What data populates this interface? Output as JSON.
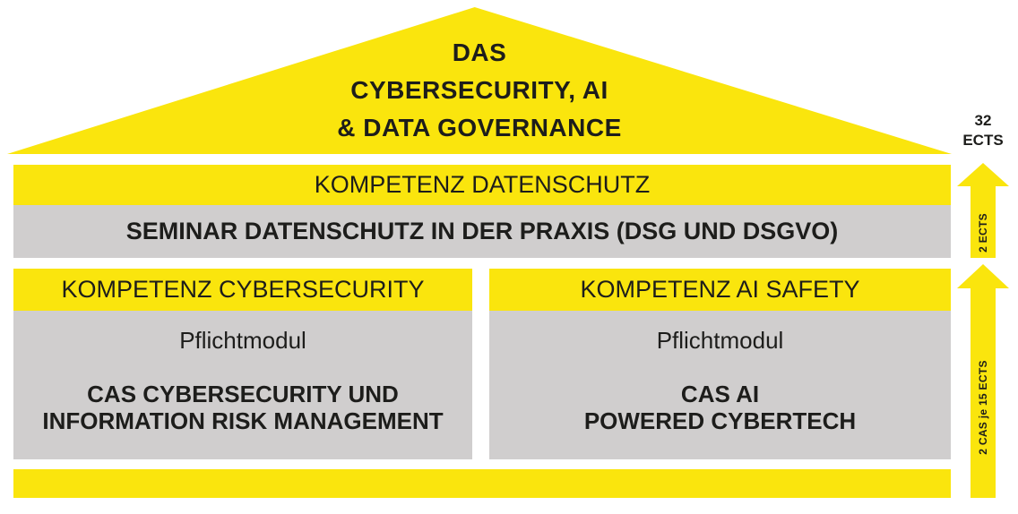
{
  "colors": {
    "yellow": "#FAE50D",
    "gray": "#D0CECE",
    "text": "#1D1D1B"
  },
  "roof": {
    "title_lines": [
      "DAS",
      "CYBERSECURITY, AI",
      "& DATA GOVERNANCE"
    ]
  },
  "ects_total": {
    "value": "32",
    "unit": "ECTS"
  },
  "datenschutz": {
    "header": "KOMPETENZ DATENSCHUTZ",
    "seminar": "SEMINAR DATENSCHUTZ IN DER PRAXIS (DSG UND DSGVO)",
    "arrow_label": "2 ECTS"
  },
  "columns": [
    {
      "header": "KOMPETENZ CYBERSECURITY",
      "module_type": "Pflichtmodul",
      "title_lines": [
        "CAS CYBERSECURITY UND",
        "INFORMATION RISK MANAGEMENT"
      ]
    },
    {
      "header": "KOMPETENZ AI SAFETY",
      "module_type": "Pflichtmodul",
      "title_lines": [
        "CAS AI",
        "POWERED CYBERTECH"
      ]
    }
  ],
  "cas_arrow": {
    "label": "2 CAS je 15 ECTS"
  }
}
